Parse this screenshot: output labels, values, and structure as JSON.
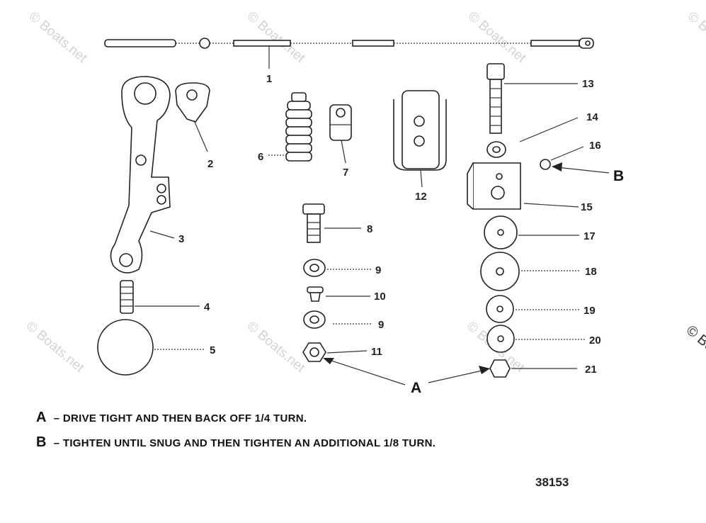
{
  "watermark": "© Boats.net",
  "callouts": [
    "1",
    "2",
    "3",
    "4",
    "5",
    "6",
    "7",
    "8",
    "9",
    "10",
    "11",
    "12",
    "13",
    "14",
    "15",
    "16",
    "17",
    "18",
    "19",
    "20",
    "21"
  ],
  "ref_letters": {
    "a": "A",
    "b": "B"
  },
  "notes": [
    {
      "key": "A",
      "text": "– DRIVE TIGHT AND THEN BACK OFF 1/4 TURN."
    },
    {
      "key": "B",
      "text": "– TIGHTEN UNTIL SNUG AND THEN TIGHTEN AN ADDITIONAL 1/8 TURN."
    }
  ],
  "figure_number": "38153"
}
